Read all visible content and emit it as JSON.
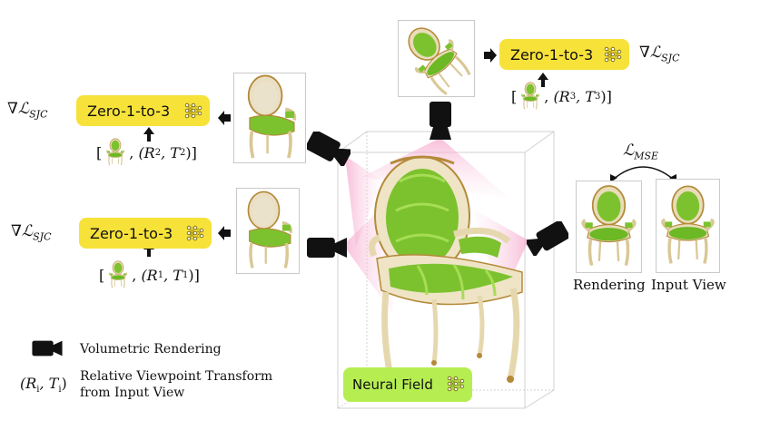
{
  "top_pill": {
    "label": "Zero-1-to-3"
  },
  "left_upper_pill": {
    "label": "Zero-1-to-3"
  },
  "left_lower_pill": {
    "label": "Zero-1-to-3"
  },
  "neural_field": {
    "label": "Neural Field"
  },
  "grad_label": {
    "nabla": "∇",
    "symbol": "ℒ",
    "subscript": "SJC"
  },
  "mse_label": {
    "symbol": "ℒ",
    "subscript": "MSE"
  },
  "cond_top": {
    "open": "[",
    "sep": ",",
    "pose": "(R",
    "idx": "3",
    "mid": ", T",
    "close": ")]"
  },
  "cond_upper": {
    "open": "[",
    "sep": ",",
    "pose": "(R",
    "idx": "2",
    "mid": ", T",
    "close": ")]"
  },
  "cond_lower": {
    "open": "[",
    "sep": ",",
    "pose": "(R",
    "idx": "1",
    "mid": ", T",
    "close": ")]"
  },
  "captions": {
    "rendering": "Rendering",
    "input_view": "Input View"
  },
  "legend": {
    "camera_text": "Volumetric Rendering",
    "transform_symbol": "(R",
    "transform_idx": "i",
    "transform_mid": ", T",
    "transform_close": ")",
    "transform_text_line1": "Relative Viewpoint Transform",
    "transform_text_line2": "from Input View"
  },
  "colors": {
    "pill": "#f7e23a",
    "neural_field": "#b6ee52",
    "frustum": "#f7b9d6",
    "chair_fabric": "#7cc22e",
    "chair_frame": "#e9dcb8"
  }
}
